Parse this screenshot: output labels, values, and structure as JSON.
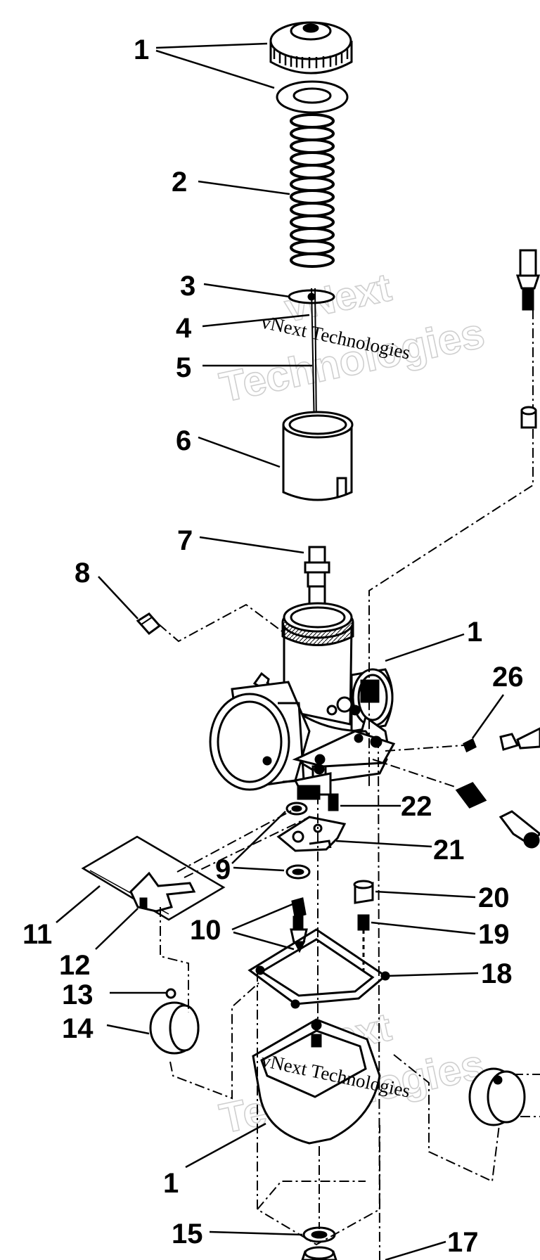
{
  "callouts": {
    "c1_cap": "1",
    "c2": "2",
    "c3": "3",
    "c4": "4",
    "c5": "5",
    "c6": "6",
    "c7": "7",
    "c8": "8",
    "c1_body": "1",
    "c26": "26",
    "c22": "22",
    "c21": "21",
    "c9": "9",
    "c20": "20",
    "c11": "11",
    "c10": "10",
    "c19": "19",
    "c12": "12",
    "c18": "18",
    "c13": "13",
    "c14": "14",
    "c1_bowl": "1",
    "c15": "15",
    "c17": "17"
  },
  "watermark": {
    "company": "vNext Technologies",
    "word1": "vNext",
    "word2": "Technologies"
  }
}
